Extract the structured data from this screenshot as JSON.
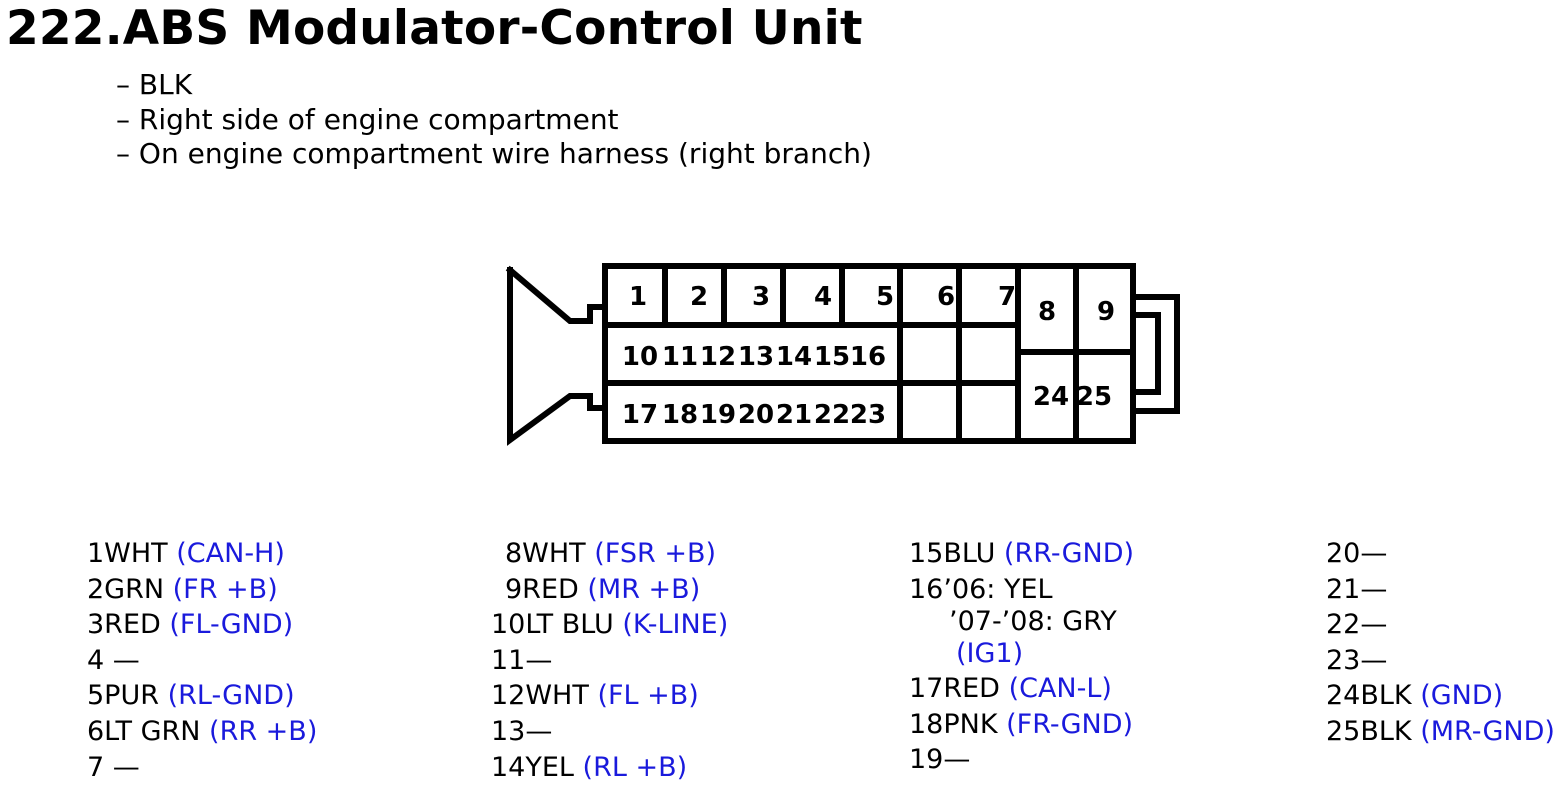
{
  "title": "222.ABS Modulator-Control Unit",
  "notes": [
    "– BLK",
    "– Right side of engine compartment",
    "– On engine compartment wire harness (right branch)"
  ],
  "connector": {
    "row1": [
      "1",
      "2",
      "3",
      "4",
      "5",
      "6",
      "7"
    ],
    "row2": [
      "10",
      "11",
      "12",
      "13",
      "14",
      "15",
      "16"
    ],
    "row3": [
      "17",
      "18",
      "19",
      "20",
      "21",
      "22",
      "23"
    ],
    "right_top": [
      "8",
      "9"
    ],
    "right_bottom": [
      "24",
      "25"
    ]
  },
  "colors": {
    "function_text": "#1a1adc",
    "line": "#000000"
  },
  "pins": {
    "col1": [
      {
        "wire": "1WHT ",
        "func": "(CAN-H)"
      },
      {
        "wire": "2GRN ",
        "func": "(FR +B)"
      },
      {
        "wire": "3RED ",
        "func": "(FL-GND)"
      },
      {
        "wire": "4 —",
        "func": ""
      },
      {
        "wire": "5PUR ",
        "func": "(RL-GND)"
      },
      {
        "wire": "6LT GRN ",
        "func": "(RR +B)"
      },
      {
        "wire": "7 —",
        "func": ""
      }
    ],
    "col2": [
      {
        "wire": "8WHT ",
        "func": "(FSR +B)"
      },
      {
        "wire": "9RED ",
        "func": "(MR +B)"
      },
      {
        "wire": "10LT BLU ",
        "func": "(K-LINE)"
      },
      {
        "wire": "11—",
        "func": ""
      },
      {
        "wire": "12WHT ",
        "func": "(FL +B)"
      },
      {
        "wire": "13—",
        "func": ""
      },
      {
        "wire": "14YEL ",
        "func": "(RL +B)"
      }
    ],
    "col3": [
      {
        "wire": "15BLU ",
        "func": "(RR-GND)"
      },
      {
        "wire": "16’06: YEL",
        "func": ""
      },
      {
        "wire": "’07-’08: GRY",
        "func": ""
      },
      {
        "wire": "",
        "func": "(IG1)"
      },
      {
        "wire": "17RED ",
        "func": "(CAN-L)"
      },
      {
        "wire": "18PNK ",
        "func": "(FR-GND)"
      },
      {
        "wire": "19—",
        "func": ""
      }
    ],
    "col4": [
      {
        "wire": "20—",
        "func": ""
      },
      {
        "wire": "21—",
        "func": ""
      },
      {
        "wire": "22—",
        "func": ""
      },
      {
        "wire": "23—",
        "func": ""
      },
      {
        "wire": "24BLK ",
        "func": "(GND)"
      },
      {
        "wire": "25BLK ",
        "func": "(MR-GND)"
      }
    ]
  }
}
